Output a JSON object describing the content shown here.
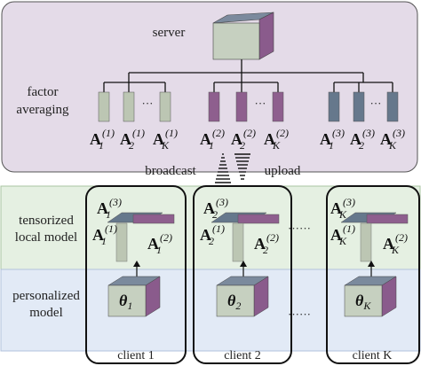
{
  "server_label": "server",
  "factor_averaging_label": [
    "factor",
    "averaging"
  ],
  "broadcast_label": "broadcast",
  "upload_label": "upload",
  "tensorized_label": [
    "tensorized",
    "local model"
  ],
  "personalized_label": [
    "personalized",
    "model"
  ],
  "dots": "······",
  "ellipsis": "···",
  "factor_letter": "A",
  "theta_letter": "θ",
  "groups": [
    {
      "sup": "(1)",
      "subs": [
        "1",
        "2",
        "K"
      ],
      "color": "#bcc6b3"
    },
    {
      "sup": "(2)",
      "subs": [
        "1",
        "2",
        "K"
      ],
      "color": "#8e5f8e"
    },
    {
      "sup": "(3)",
      "subs": [
        "1",
        "2",
        "K"
      ],
      "color": "#66788c"
    }
  ],
  "clients": [
    {
      "label": "client 1",
      "sub": "1"
    },
    {
      "label": "client 2",
      "sub": "2"
    },
    {
      "label": "client K",
      "sub": "K"
    }
  ],
  "colors": {
    "top_panel": "#e4dbe8",
    "mid_panel": "#e5f0e2",
    "bottom_panel": "#e2eaf6",
    "cube_front": "#c6d0c0",
    "cube_top": "#7b8a9d",
    "cube_side": "#8a5b8c"
  }
}
